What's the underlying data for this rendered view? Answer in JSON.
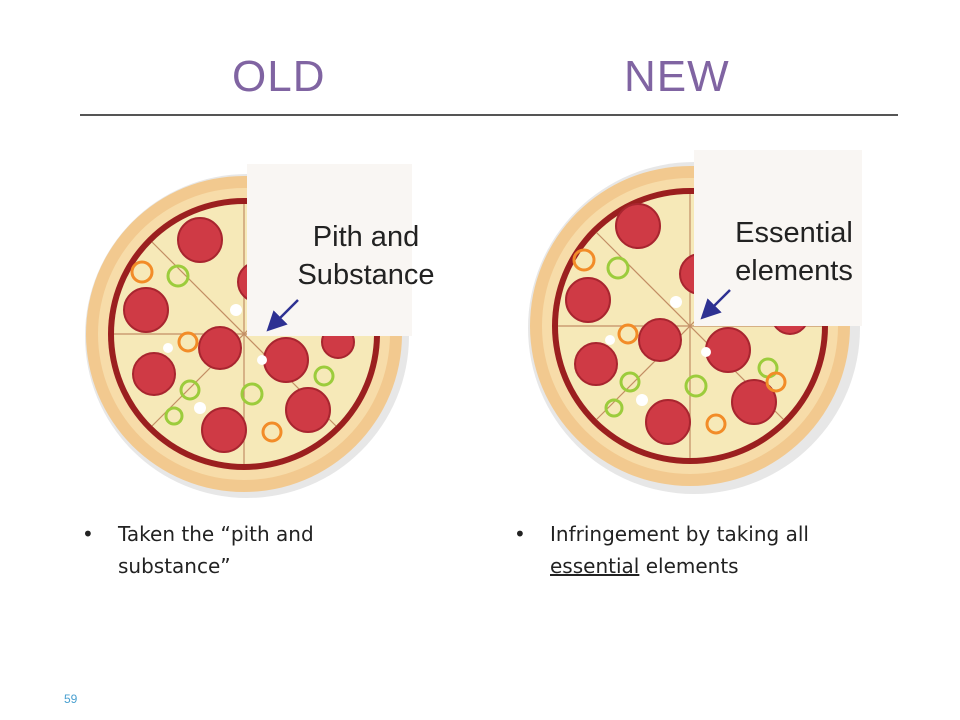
{
  "slide": {
    "old_heading": "OLD",
    "new_heading": "NEW",
    "page_number": "59"
  },
  "left": {
    "callout_line1": "Pith and",
    "callout_line2": "Substance",
    "bullet_text_line1": "Taken the “pith and",
    "bullet_text_line2": "substance”"
  },
  "right": {
    "callout_line1": "Essential",
    "callout_line2": "elements",
    "bullet_prefix": "Infringement by taking all",
    "bullet_underlined": "essential",
    "bullet_suffix": " elements"
  },
  "colors": {
    "heading": "#8064a2",
    "arrow": "#2e3192",
    "sauce_ring": "#9b1f1f",
    "crust": "#f2c98f",
    "pepperoni": "#cf3a45"
  }
}
